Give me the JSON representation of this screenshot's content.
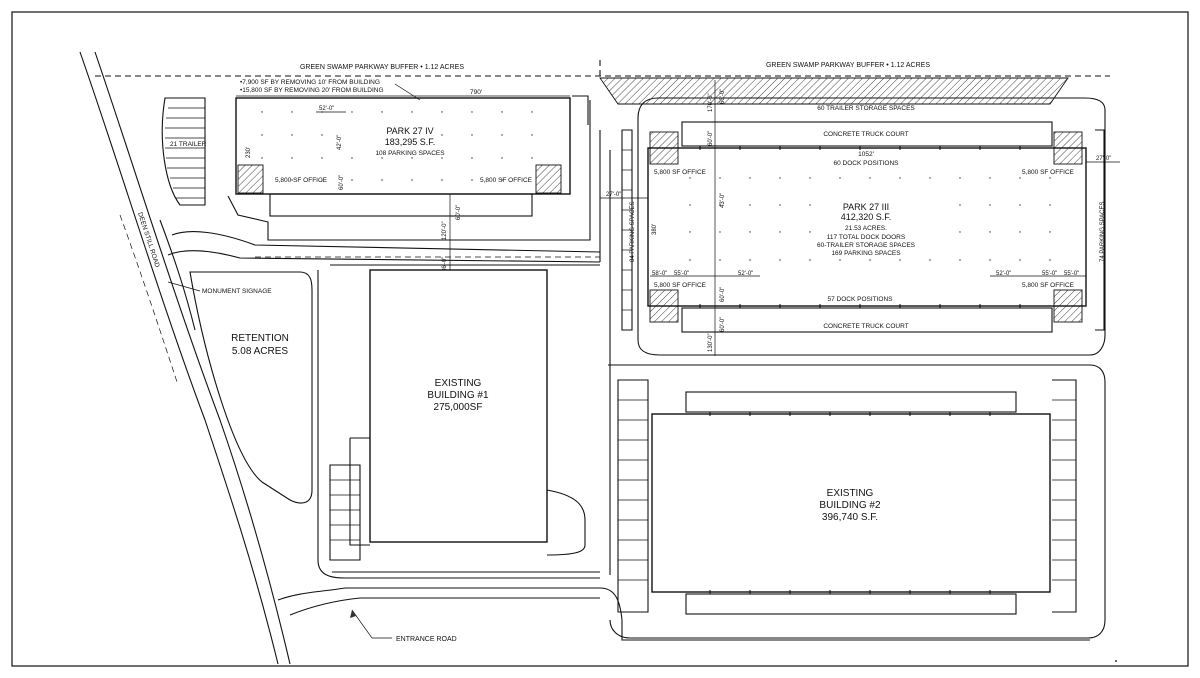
{
  "buffers": {
    "west": "GREEN SWAMP PARKWAY BUFFER • 1.12 ACRES",
    "east": "GREEN SWAMP PARKWAY BUFFER • 1.12 ACRES"
  },
  "park_iv": {
    "notes": [
      "•7,900 SF BY REMOVING 10' FROM BUILDING",
      "•15,800 SF BY REMOVING 20' FROM BUILDING"
    ],
    "width_dim": "790'",
    "bay_dim": "52'-0\"",
    "depth_dim": "230'",
    "inner_dim": "42'-0\"",
    "apron_dim": "60'-0\"",
    "name": "PARK 27 IV",
    "area": "183,295 S.F.",
    "parking": "108 PARKING SPACES",
    "office_left": "5,800 SF OFFICE",
    "office_right": "5,800 SF OFFICE",
    "trailer": "21 TRAILER",
    "court_dim_a": "60'-0\"",
    "court_dim_b": "120'-0\"",
    "court_dim_c": "36'-0\""
  },
  "park_iii": {
    "trailer_storage": "60 TRAILER STORAGE SPACES",
    "truck_court_top": "CONCRETE TRUCK COURT",
    "width_dim": "1052'",
    "dock_top": "60 DOCK POSITIONS",
    "office_tl": "5,800 SF OFFICE",
    "office_tr": "5,800 SF OFFICE",
    "office_bl": "5,800 SF OFFICE",
    "office_br": "5,800 SF OFFICE",
    "name": "PARK 27 III",
    "area": "412,320 S.F.",
    "acres": "21.53 ACRES.",
    "doors": "117 TOTAL DOCK DOORS",
    "trailer_spaces": "60-TRAILER STORAGE SPACES",
    "parking": "169 PARKING SPACES",
    "depth_dim": "380'",
    "dock_bottom": "57 DOCK POSITIONS",
    "truck_court_bottom": "CONCRETE TRUCK COURT",
    "parking_left": "84 PARKING SPACES",
    "parking_right": "74 PARKING SPACES",
    "dim_top_a": "170'-0\"",
    "dim_top_b": "60'-0\"",
    "dim_top_c": "60'-0\"",
    "dim_inner": "43'-0\"",
    "dim_bot_a": "60'-0\"",
    "dim_bot_b": "130'-0\"",
    "dim_bot_c": "60'-0\"",
    "bay_a": "58'-0\"",
    "bay_b": "55'-0\"",
    "bay_c": "52'-0\"",
    "bay_d": "52'-0\"",
    "bay_e": "55'-0\"",
    "bay_f": "55'-0\"",
    "side_dim_left": "27'-0\"",
    "side_dim_right": "27'-0\""
  },
  "site": {
    "road": "DEEN STILL ROAD",
    "signage": "MONUMENT SIGNAGE",
    "retention_name": "RETENTION",
    "retention_area": "5.08 ACRES",
    "entrance": "ENTRANCE ROAD"
  },
  "existing_1": {
    "line1": "EXISTING",
    "line2": "BUILDING  #1",
    "area": "275,000SF"
  },
  "existing_2": {
    "line1": "EXISTING",
    "line2": "BUILDING  #2",
    "area": "396,740  S.F."
  }
}
